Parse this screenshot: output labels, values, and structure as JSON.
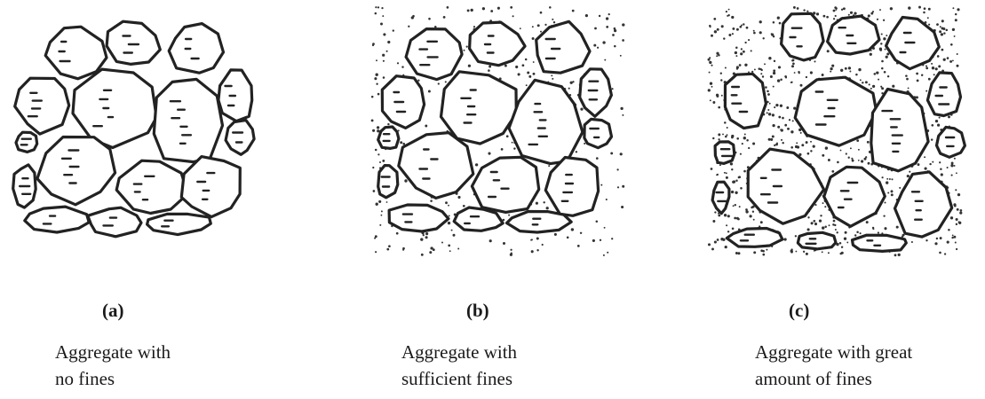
{
  "figures": [
    {
      "id": "a",
      "label": "(a)",
      "caption": "Aggregate with\nno fines",
      "fines": "none"
    },
    {
      "id": "b",
      "label": "(b)",
      "caption": "Aggregate with\nsufficient fines",
      "fines": "sufficient"
    },
    {
      "id": "c",
      "label": "(c)",
      "caption": "Aggregate with great\namount of fines",
      "fines": "great"
    }
  ]
}
